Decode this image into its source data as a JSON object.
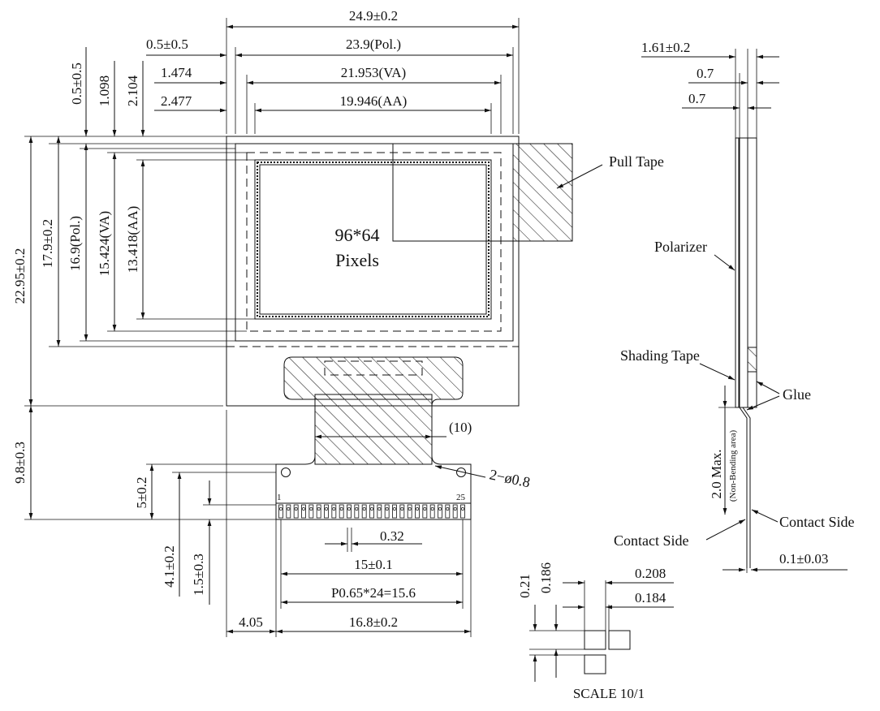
{
  "front_view": {
    "width_overall": "24.9±0.2",
    "width_pol": "23.9(Pol.)",
    "width_va": "21.953(VA)",
    "width_aa": "19.946(AA)",
    "offset_left_outer": "0.5±0.5",
    "offset_left_va": "1.474",
    "offset_left_aa": "2.477",
    "offset_top_pol": "0.5±0.5",
    "offset_top_va": "1.098",
    "offset_top_aa": "2.104",
    "height_overall": "22.95±0.2",
    "height_glass": "17.9±0.2",
    "height_pol": "16.9(Pol.)",
    "height_va": "15.424(VA)",
    "height_aa": "13.418(AA)",
    "resolution": "96*64",
    "pixels_label": "Pixels",
    "pull_tape": "Pull Tape"
  },
  "fpc": {
    "tail_length": "9.8±0.3",
    "bend_width": "(10)",
    "hole_callout": "2−ø0.8",
    "pin_first": "1",
    "pin_last": "25",
    "dim_5": "5±0.2",
    "dim_4_1": "4.1±0.2",
    "dim_1_5": "1.5±0.3",
    "pad_width": "0.32",
    "pad_span": "15±0.1",
    "pitch": "P0.65*24=15.6",
    "offset_4_05": "4.05",
    "fpc_width": "16.8±0.2"
  },
  "side_view": {
    "thickness": "1.61±0.2",
    "layer_1": "0.7",
    "layer_2": "0.7",
    "polarizer": "Polarizer",
    "shading_tape": "Shading Tape",
    "glue": "Glue",
    "non_bending_1": "2.0 Max.",
    "non_bending_2": "(Non-Bending area)",
    "contact_side_right": "Contact Side",
    "contact_side_left": "Contact Side",
    "fpc_thickness": "0.1±0.03"
  },
  "pixel_detail": {
    "dim_0_21": "0.21",
    "dim_0_186": "0.186",
    "dim_0_208": "0.208",
    "dim_0_184": "0.184",
    "scale": "SCALE 10/1"
  }
}
